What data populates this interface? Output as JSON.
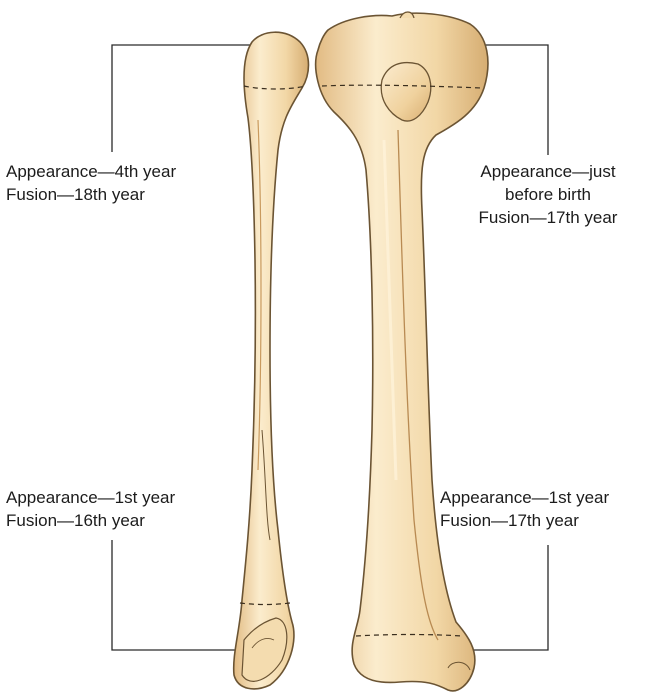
{
  "labels": {
    "fibula_upper": [
      "Appearance—4th year",
      "Fusion—18th year"
    ],
    "fibula_lower": [
      "Appearance—1st year",
      "Fusion—16th year"
    ],
    "tibia_upper": [
      "Appearance—just",
      "before birth",
      "Fusion—17th year"
    ],
    "tibia_lower": [
      "Appearance—1st year",
      "Fusion—17th year"
    ]
  },
  "colors": {
    "bone_fill": "#f2d7a6",
    "bone_light": "#fbeccd",
    "bone_shadow": "#d9b27a",
    "outline": "#6b5433",
    "leader": "#2a2a2a"
  }
}
